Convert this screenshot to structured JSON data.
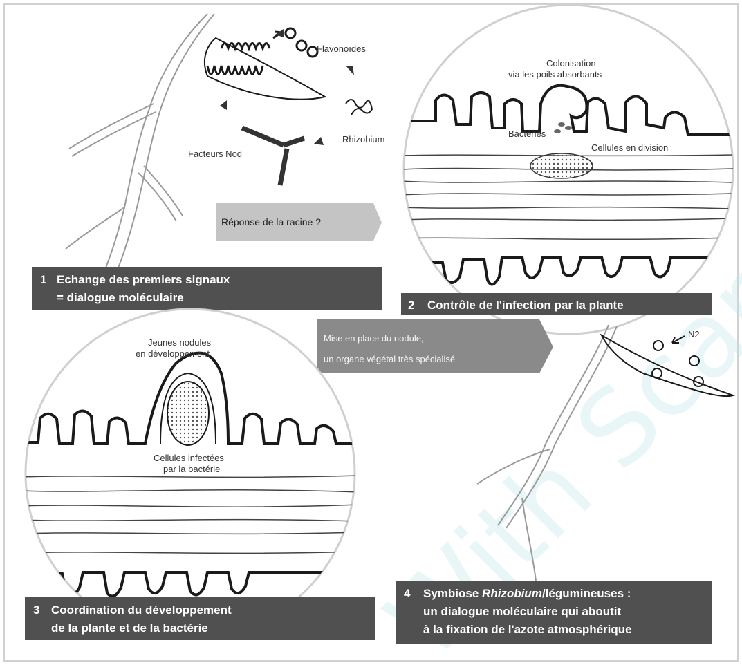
{
  "colors": {
    "banner": "#505050",
    "tag_light": "#c4c4c4",
    "tag_dark": "#8a8a8a",
    "line": "#1a1a1a",
    "root": "#9a9a9a"
  },
  "panel1": {
    "flavonoides": "Flavonoïdes",
    "rhizobium": "Rhizobium",
    "facteurs_nod": "Facteurs Nod",
    "question": "Réponse de la racine ?",
    "banner_line1": "Echange des premiers signaux",
    "banner_line2": "= dialogue moléculaire",
    "number": "1"
  },
  "panel2": {
    "colonisation_line1": "Colonisation",
    "colonisation_line2": "via les poils absorbants",
    "bacteries": "Bactéries",
    "cellules_division": "Cellules en division",
    "number": "2",
    "banner": "Contrôle de l'infection par la plante"
  },
  "middle": {
    "tag_line1": "Mise en place du nodule,",
    "tag_line2": "un organe végétal très spécialisé",
    "n2": "N2"
  },
  "panel3": {
    "nodule_line1": "Jeunes nodules",
    "nodule_line2": "en développement",
    "infectees_line1": "Cellules infectées",
    "infectees_line2": "par la bactérie",
    "number": "3",
    "banner_line1": "Coordination du développement",
    "banner_line2": "de la plante et de la bactérie"
  },
  "panel4": {
    "number": "4",
    "line1_a": "Symbiose ",
    "line1_b": "Rhizobium",
    "line1_c": "/légumineuses :",
    "line2": "un dialogue moléculaire qui aboutit",
    "line3": "à la fixation de l'azote atmosphérique"
  },
  "watermark": "With ScanPlus"
}
